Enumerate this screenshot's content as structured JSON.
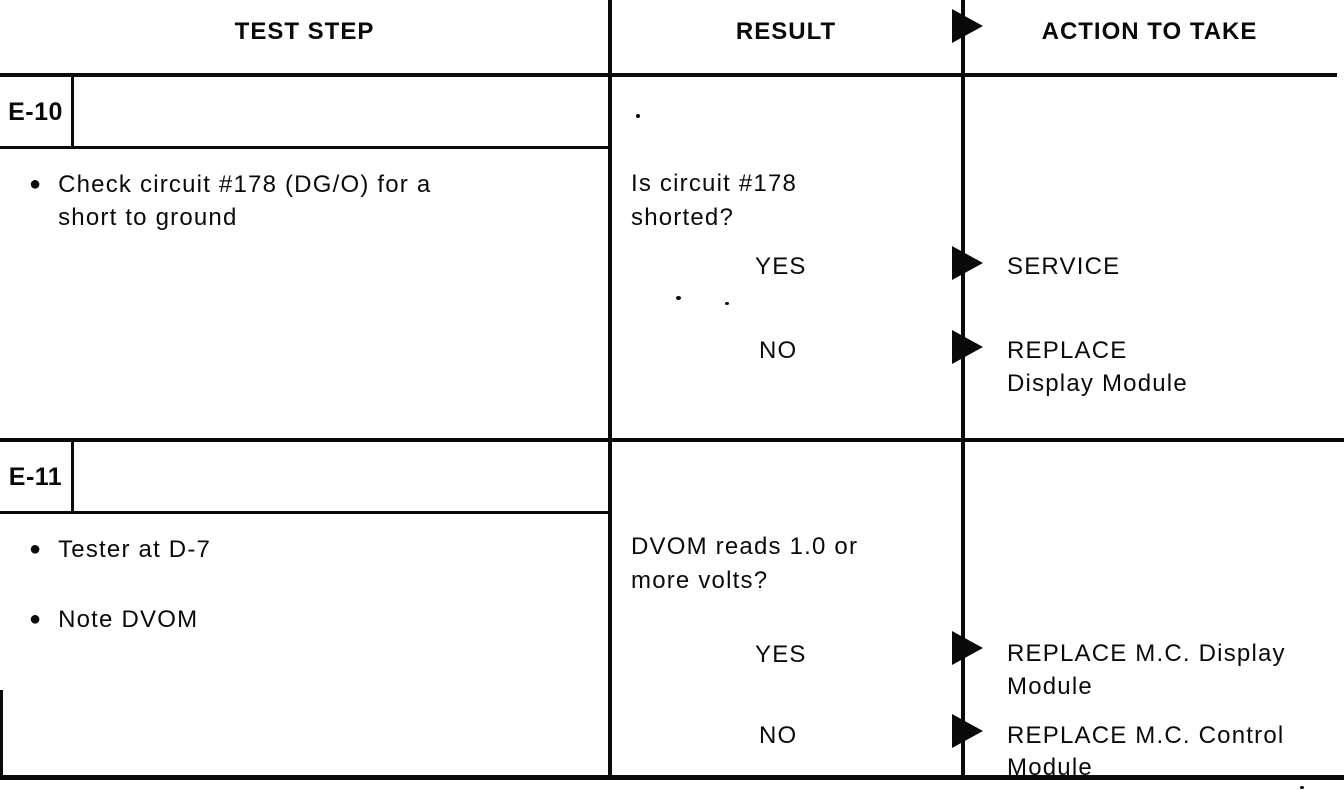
{
  "table": {
    "columns": {
      "test_step": "TEST STEP",
      "result": "RESULT",
      "action": "ACTION TO TAKE"
    },
    "bullet_glyph": "●",
    "steps": [
      {
        "id": "E-10",
        "bullets": [
          "Check circuit #178 (DG/O) for a\nshort to ground"
        ],
        "question": "Is circuit #178\nshorted?",
        "branches": [
          {
            "result": "YES",
            "action": "SERVICE"
          },
          {
            "result": "NO",
            "action": "REPLACE\nDisplay Module"
          }
        ]
      },
      {
        "id": "E-11",
        "bullets": [
          "Tester at D-7",
          "Note DVOM"
        ],
        "question": "DVOM reads 1.0 or\nmore volts?",
        "branches": [
          {
            "result": "YES",
            "action": "REPLACE M.C. Display\nModule"
          },
          {
            "result": "NO",
            "action": "REPLACE M.C. Control\nModule"
          }
        ]
      }
    ],
    "colors": {
      "ink": "#0a0a0a",
      "paper": "#ffffff"
    }
  }
}
